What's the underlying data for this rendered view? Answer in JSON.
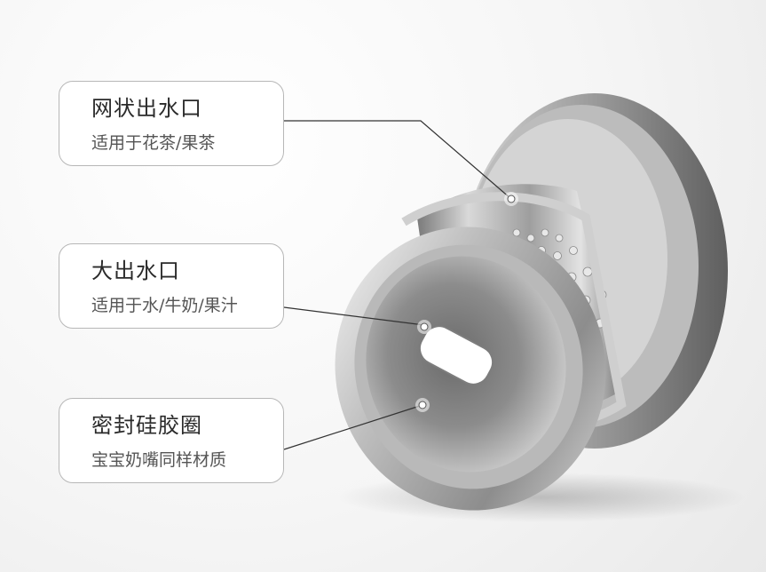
{
  "callouts": [
    {
      "title": "网状出水口",
      "subtitle": "适用于花茶/果茶"
    },
    {
      "title": "大出水口",
      "subtitle": "适用于水/牛奶/果汁"
    },
    {
      "title": "密封硅胶圈",
      "subtitle": "宝宝奶嘴同样材质"
    }
  ],
  "colors": {
    "background": "#f3f3f3",
    "callout_border": "#b7b7b7",
    "steel_light": "#e6e6e6",
    "steel_mid": "#a9a9a9",
    "steel_dark": "#6b6b6b",
    "line": "#333333"
  }
}
